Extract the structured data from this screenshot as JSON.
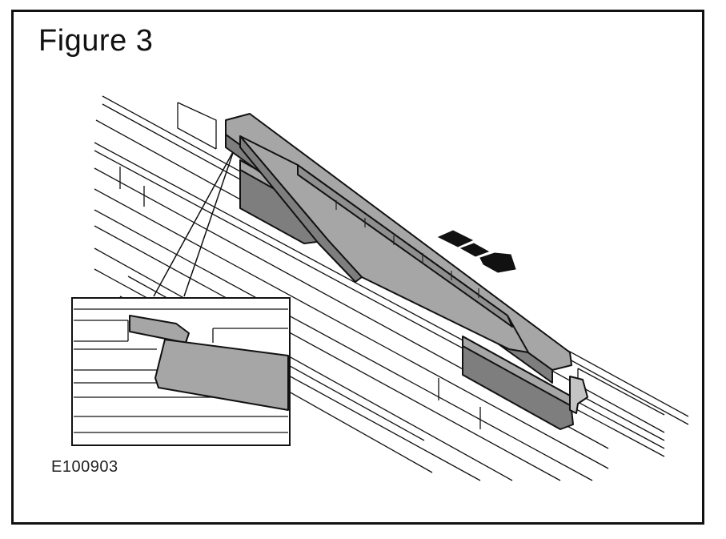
{
  "figure": {
    "title": "Figure 3",
    "reference": "E100903"
  },
  "colors": {
    "part_fill": "#a6a6a6",
    "part_dark": "#7e7e7e",
    "line": "#111111",
    "background": "#ffffff"
  },
  "arrow": {
    "direction": "down-right"
  }
}
